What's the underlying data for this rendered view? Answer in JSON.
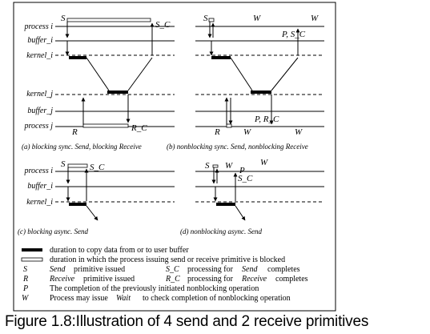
{
  "diagram": {
    "rows_top": [
      "process i",
      "buffer_i",
      "kernel_i"
    ],
    "rows_bottom": [
      "kernel_j",
      "buffer_j",
      "process j"
    ],
    "panel_a": {
      "caption": "(a) blocking sync. Send, blocking Receive",
      "S": "S",
      "S_C": "S_C",
      "R": "R",
      "R_C": "R_C"
    },
    "panel_b": {
      "caption": "(b) nonblocking sync. Send, nonblocking Receive",
      "S": "S",
      "W1": "W",
      "W2": "W",
      "P_S_C": "P, S_C",
      "R": "R",
      "W3": "W",
      "W4": "W",
      "P_R_C": "P, R_C"
    },
    "panel_c": {
      "caption": "(c) blocking async. Send",
      "S": "S",
      "S_C": "S_C"
    },
    "panel_d": {
      "caption": "(d) nonblocking async. Send",
      "S": "S",
      "W1": "W",
      "W2": "W",
      "P": "P",
      "S_C": "S_C"
    }
  },
  "legend": {
    "copy": "duration to copy data from or to user buffer",
    "blocked": "duration in which the process issuing send or receive primitive is blocked",
    "s_key": "S",
    "s_name": "Send",
    "s_text": "primitive issued",
    "sc_key": "S_C",
    "sc_text1": "processing for",
    "sc_name": "Send",
    "sc_text2": "completes",
    "r_key": "R",
    "r_name": "Receive",
    "r_text": "primitive issued",
    "rc_key": "R_C",
    "rc_text1": "processing for",
    "rc_name": "Receive",
    "rc_text2": "completes",
    "p_key": "P",
    "p_text": "The completion of the previously initiated nonblocking operation",
    "w_key": "W",
    "w_text1": "Process may issue",
    "w_name": "Wait",
    "w_text2": "to check completion of nonblocking operation"
  },
  "caption": "Figure 1.8:Illustration of 4 send and 2 receive primitives"
}
